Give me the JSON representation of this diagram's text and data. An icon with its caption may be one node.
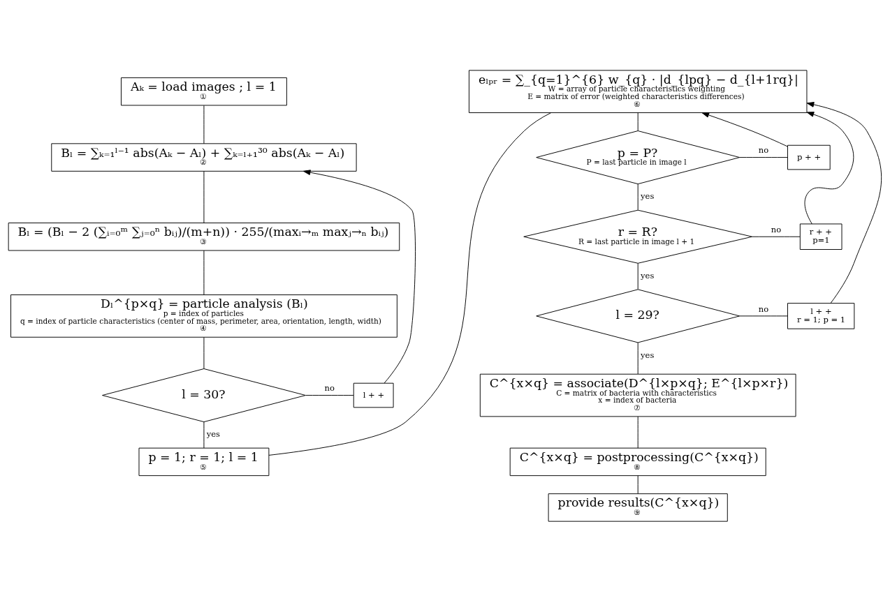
{
  "diagram": {
    "nodes": [
      {
        "text": [
          "Aₖ = load images ; l = 1",
          "①"
        ]
      },
      {
        "text": [
          "Bₗ = ∑ₖ₌₁ˡ⁻¹ abs(Aₖ − Aₗ) + ∑ₖ₌ₗ₊₁³⁰ abs(Aₖ − Aₗ)",
          "②"
        ]
      },
      {
        "text": [
          "Bₗ = (Bₗ − 2 (∑ᵢ₌₀ᵐ ∑ⱼ₌₀ⁿ bᵢⱼ)/(m+n)) · 255/(maxᵢ→ₘ maxⱼ→ₙ bᵢⱼ)",
          "③"
        ]
      },
      {
        "text": [
          "Dₗ^{p×q} = particle analysis (Bₗ)",
          "p = index of particles",
          "q = index of particle characteristics (center of mass, perimeter, area, orientation, length, width)",
          "④"
        ]
      },
      {
        "text": [
          "l = 30?"
        ]
      },
      {
        "text": [
          "l + +"
        ]
      },
      {
        "text": [
          "p = 1; r = 1; l = 1",
          "⑤"
        ]
      },
      {
        "text": [
          "eₗₚᵣ = ∑_{q=1}^{6} w_{q} · |d_{lpq} − d_{l+1rq}|",
          "W = array of particle characteristics weighting",
          "E = matrix of error (weighted characteristics differences)",
          "⑥"
        ]
      },
      {
        "text": [
          "p = P?",
          "P = last particle in image l"
        ]
      },
      {
        "text": [
          "p + +"
        ]
      },
      {
        "text": [
          "r = R?",
          "R = last particle in image l + 1"
        ]
      },
      {
        "text": [
          "r + +",
          "p=1"
        ]
      },
      {
        "text": [
          "l = 29?"
        ]
      },
      {
        "text": [
          "l + +",
          "r = 1; p = 1"
        ]
      },
      {
        "text": [
          "C^{x×q} = associate(D^{l×p×q}; E^{l×p×r})",
          "C = matrix of bacteria with characteristics",
          "x = index of bacteria",
          "⑦"
        ]
      },
      {
        "text": [
          "C^{x×q} = postprocessing(C^{x×q})",
          "⑧"
        ]
      },
      {
        "text": [
          "provide results(C^{x×q})",
          "⑨"
        ]
      }
    ],
    "edges": [
      {
        "from": 0,
        "to": 1,
        "arrow": "none"
      },
      {
        "from": 1,
        "to": 2,
        "arrow": "none"
      },
      {
        "from": 2,
        "to": 3,
        "arrow": "none"
      },
      {
        "from": 3,
        "to": 4,
        "arrow": "none"
      },
      {
        "from": 4,
        "to": 5,
        "arrow": "none",
        "label": "no"
      },
      {
        "from": 5,
        "to": 1,
        "arrow": "to"
      },
      {
        "from": 4,
        "to": 6,
        "arrow": "none",
        "label": "yes"
      },
      {
        "from": 6,
        "to": 7,
        "arrow": "none"
      },
      {
        "from": 7,
        "to": 8,
        "arrow": "none"
      },
      {
        "from": 8,
        "to": 9,
        "arrow": "none",
        "label": "no"
      },
      {
        "from": 9,
        "to": 7,
        "arrow": "to"
      },
      {
        "from": 8,
        "to": 10,
        "arrow": "none",
        "label": "yes"
      },
      {
        "from": 10,
        "to": 11,
        "arrow": "none",
        "label": "no"
      },
      {
        "from": 11,
        "to": 7,
        "arrow": "to"
      },
      {
        "from": 10,
        "to": 12,
        "arrow": "none",
        "label": "yes"
      },
      {
        "from": 12,
        "to": 13,
        "arrow": "none",
        "label": "no"
      },
      {
        "from": 13,
        "to": 7,
        "arrow": "to"
      },
      {
        "from": 12,
        "to": 14,
        "arrow": "none",
        "label": "yes"
      },
      {
        "from": 14,
        "to": 15,
        "arrow": "none"
      },
      {
        "from": 15,
        "to": 16,
        "arrow": "none"
      }
    ]
  }
}
